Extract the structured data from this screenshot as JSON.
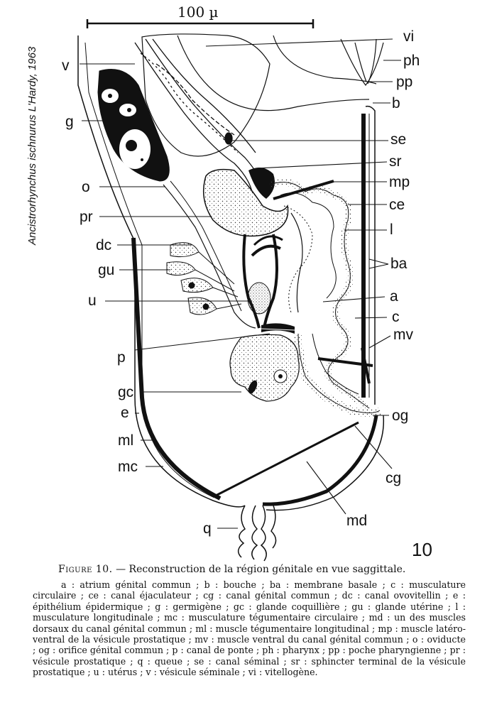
{
  "vertical_title": "Ancistrorhynchus ischnurus L'Hardy, 1963",
  "scale_label": "100 µ",
  "figure_number": "10",
  "labels": {
    "vi": "vi",
    "ph": "ph",
    "pp": "pp",
    "b": "b",
    "v": "v",
    "g": "g",
    "se": "se",
    "sr": "sr",
    "o": "o",
    "mp": "mp",
    "ce": "ce",
    "pr": "pr",
    "l": "l",
    "dc": "dc",
    "ba": "ba",
    "gu": "gu",
    "a": "a",
    "u": "u",
    "c": "c",
    "mv": "mv",
    "p": "p",
    "gc": "gc",
    "e": "e",
    "og": "og",
    "ml": "ml",
    "mc": "mc",
    "cg": "cg",
    "md": "md",
    "q": "q"
  },
  "caption": {
    "figure_label": "Figure 10.",
    "title": " — Reconstruction de la région génitale en vue saggittale.",
    "legend": "a : atrium génital commun ; b : bouche ; ba : membrane basale ; c : musculature circulaire ; ce : canal éjaculateur ; cg : canal génital commun ; dc : canal ovovitellin ; e : épithélium épidermique ; g : germigène ; gc : glande coquillière ; gu : glande utérine ; l : musculature longitudinale ; mc : musculature tégumentaire circulaire ; md : un des muscles dorsaux du canal génital commun ; ml : muscle tégumentaire longitudinal ; mp : muscle latéro-ventral de la vésicule prostatique ; mv : muscle ventral du canal génital commun ; o : oviducte ; og : orifice génital commun ; p : canal de ponte ; ph : pharynx ; pp : poche pharyngienne ; pr : vésicule prostatique ; q : queue ; se : canal séminal ; sr : sphincter terminal de la vésicule prostatique ; u : utérus ; v : vésicule séminale ; vi : vitellogène."
  }
}
